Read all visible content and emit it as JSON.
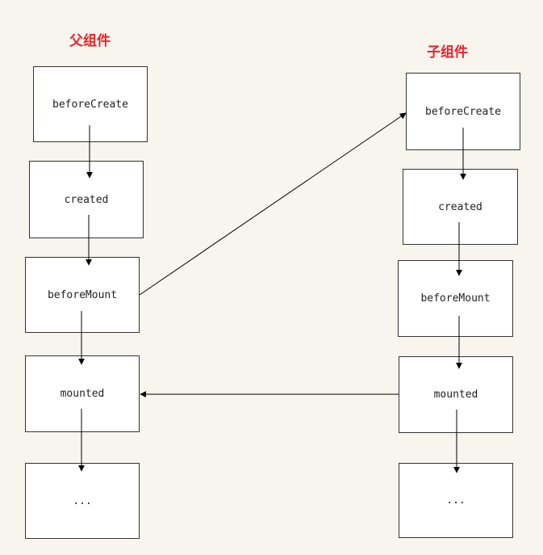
{
  "parent": {
    "title": "父组件",
    "boxes": [
      "beforeCreate",
      "created",
      "beforeMount",
      "mounted",
      "..."
    ]
  },
  "child": {
    "title": "子组件",
    "boxes": [
      "beforeCreate",
      "created",
      "beforeMount",
      "mounted",
      "..."
    ]
  },
  "colors": {
    "background": "#f8f5ef",
    "title": "#e8242a",
    "box_fill": "#ffffff",
    "line": "#000000"
  }
}
